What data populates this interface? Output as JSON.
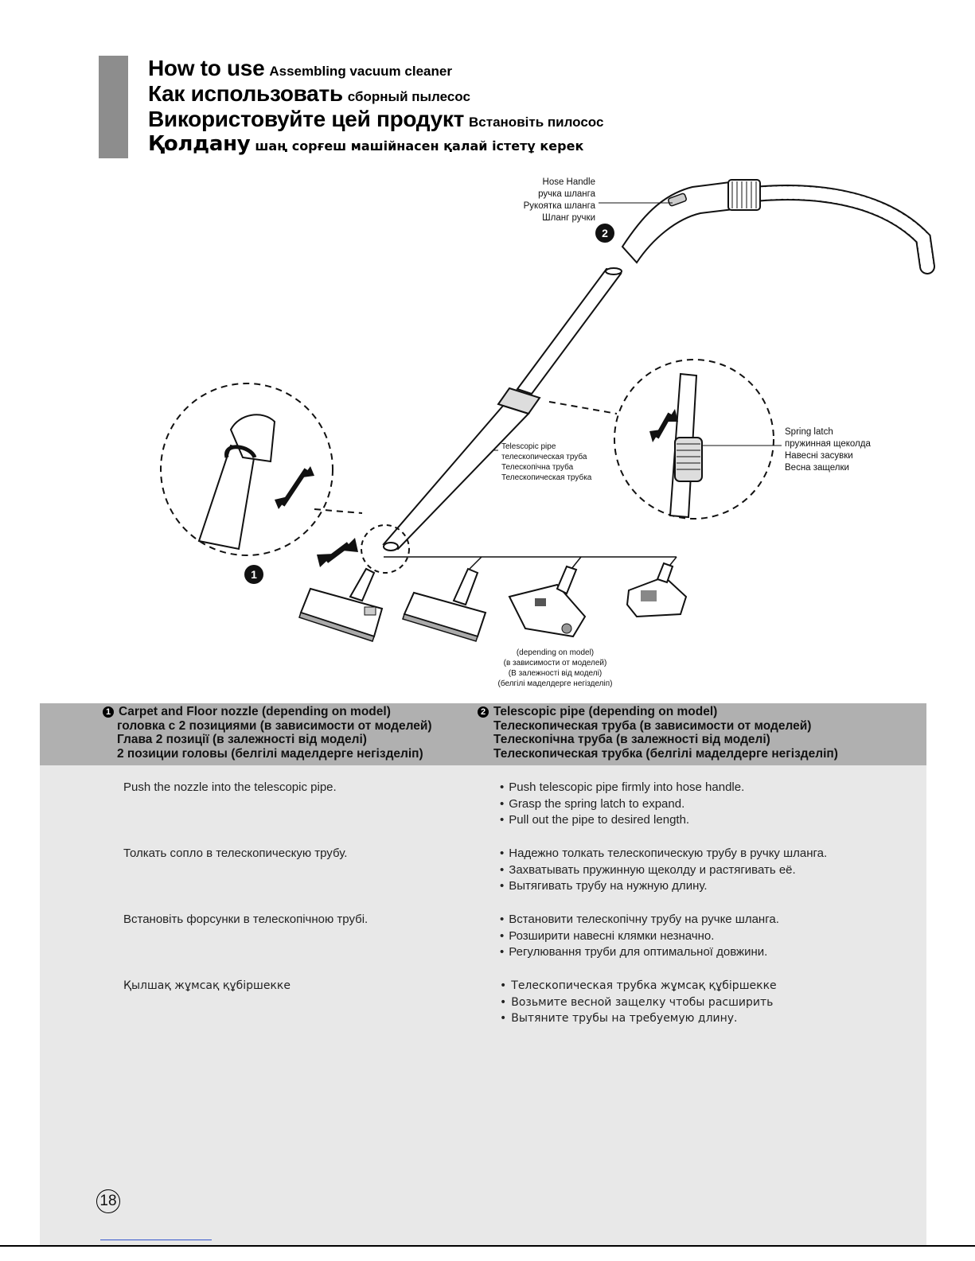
{
  "header": {
    "titles": [
      {
        "big": "How to use",
        "small": "Assembling vacuum cleaner"
      },
      {
        "big": "Как использовать",
        "small": "сборный пылесос"
      },
      {
        "big": "Використовуйте цей продукт",
        "small": "Встановіть пилосос"
      },
      {
        "big": "Қолдану",
        "small": "шаң сорғеш машійнасен қалай істетұ керек"
      }
    ]
  },
  "diagram": {
    "hose_handle_label": [
      "Hose Handle",
      "ручка шланга",
      "Рукоятка шланга",
      "Шланг ручки"
    ],
    "telescopic_pipe_label": [
      "Telescopic pipe",
      "телескопическая труба",
      "Телескопічна труба",
      "Телескопическая трубка"
    ],
    "spring_latch_label": [
      "Spring latch",
      "пружинная щеколда",
      "Навесні засувки",
      "Весна защелки"
    ],
    "model_note": [
      "(depending on model)",
      "(в зависимости от моделей)",
      "(В залежності від моделі)",
      "(белгілі маделдерге негізделіп)"
    ],
    "marker_1": "1",
    "marker_2": "2"
  },
  "section1": {
    "marker": "1",
    "heading": [
      "Carpet and Floor nozzle (depending on model)",
      "головка с 2 позициями (в зависимости от моделей)",
      "Глава 2 позиції (в залежності від моделі)",
      "2 позиции головы (белгілі маделдерге негізделіп)"
    ],
    "paragraphs": [
      "Push the nozzle into the telescopic pipe.",
      "Толкать сопло в телескопическую трубу.",
      "Встановіть форсунки в телескопічною трубі.",
      "Қылшақ жұмсақ құбіршекке"
    ]
  },
  "section2": {
    "marker": "2",
    "heading": [
      "Telescopic pipe (depending on model)",
      "Телескопическая труба (в зависимости от моделей)",
      "Телескопічна труба (в залежності від моделі)",
      "Телескопическая трубка (белгілі маделдерге негізделіп)"
    ],
    "groups": [
      [
        "Push telescopic pipe firmly into hose handle.",
        "Grasp the spring latch to expand.",
        "Pull out the pipe to desired length."
      ],
      [
        "Надежно толкать телескопическую трубу в ручку шланга.",
        "Захватывать пружинную щеколду и растягивать её.",
        "Вытягивать трубу на нужную длину."
      ],
      [
        "Встановити телескопічну трубу на ручке шланга.",
        "Розширити навесні клямки незначно.",
        "Регулювання труби для оптимальної довжини."
      ],
      [
        "Телескопическая трубка жұмсақ құбіршекке",
        "Возьмите весной защелку чтобы расширить",
        "Вытяните трубы на требуемую длину."
      ]
    ]
  },
  "page_number": "18"
}
